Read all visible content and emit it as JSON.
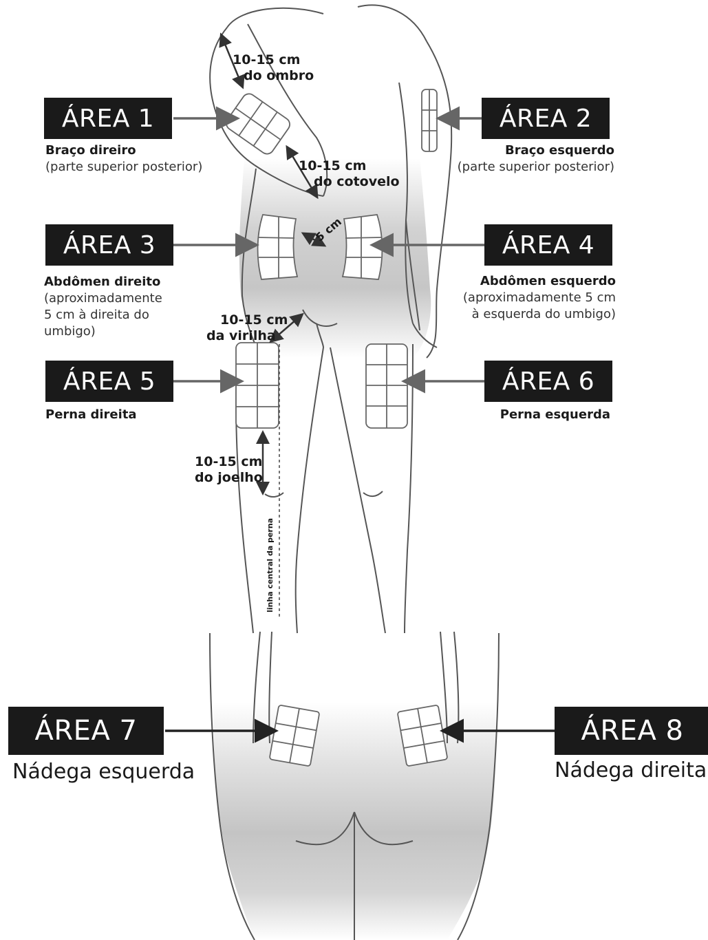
{
  "areas": [
    {
      "label": "ÁREA 1",
      "title": "Braço direiro",
      "detail": "(parte superior posterior)"
    },
    {
      "label": "ÁREA 2",
      "title": "Braço esquerdo",
      "detail": "(parte superior posterior)"
    },
    {
      "label": "ÁREA 3",
      "title": "Abdômen direito",
      "detail_lines": [
        "(aproximadamente",
        "5 cm à direita do",
        "umbigo)"
      ]
    },
    {
      "label": "ÁREA 4",
      "title": "Abdômen esquerdo",
      "detail_lines": [
        "(aproximadamente 5 cm",
        "à esquerda do umbigo)"
      ]
    },
    {
      "label": "ÁREA 5",
      "title": "Perna direita"
    },
    {
      "label": "ÁREA 6",
      "title": "Perna esquerda"
    },
    {
      "label": "ÁREA 7",
      "title": "Nádega esquerda"
    },
    {
      "label": "ÁREA 8",
      "title": "Nádega direita"
    }
  ],
  "measurements": {
    "shoulder": [
      "10-15 cm",
      "do ombro"
    ],
    "elbow": [
      "10-15 cm",
      "do cotovelo"
    ],
    "navel": "5 cm",
    "groin": [
      "10-15 cm",
      "da virilha"
    ],
    "knee": [
      "10-15 cm",
      "do joelho"
    ],
    "leg_line": "linha central da perna"
  },
  "colors": {
    "label_bg": "#1a1a1a",
    "label_text": "#ffffff",
    "outline": "#555555",
    "shade": "#c8c8c8",
    "arrow": "#666666"
  }
}
